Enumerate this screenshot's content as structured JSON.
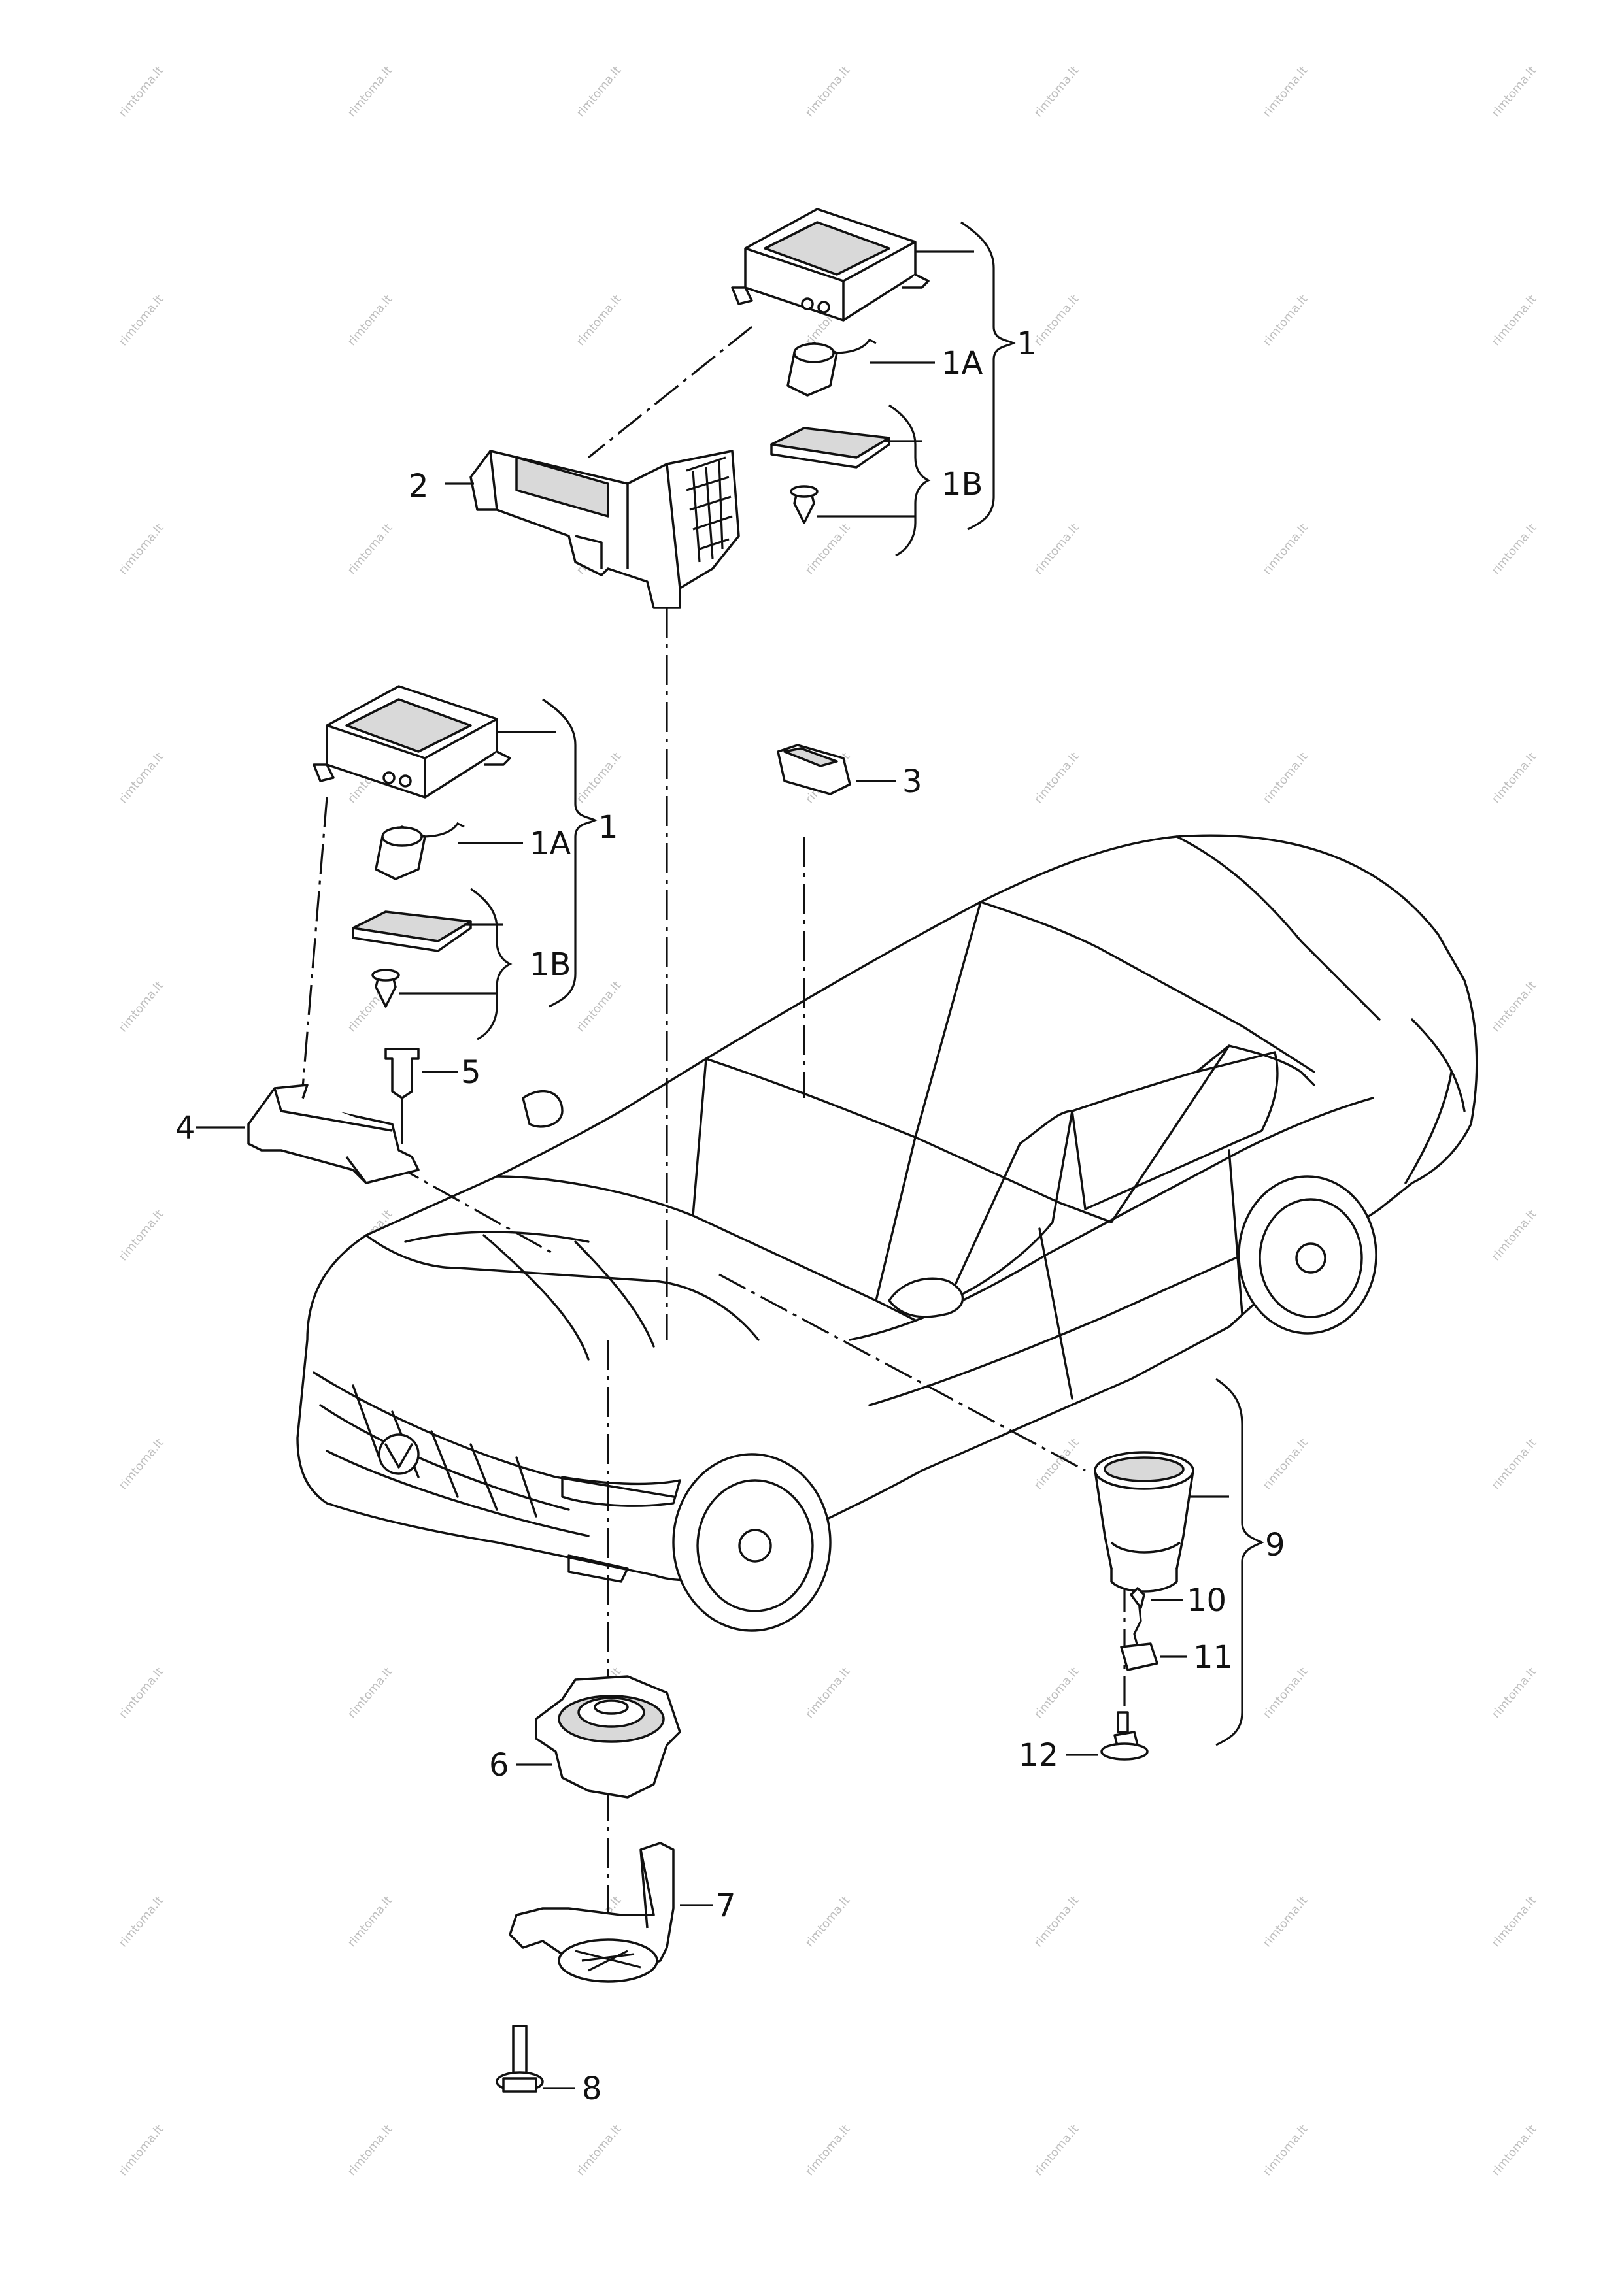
{
  "callouts": [
    {
      "id": "2",
      "label": "2"
    },
    {
      "id": "1A_top",
      "label": "1A"
    },
    {
      "id": "1_top",
      "label": "1"
    },
    {
      "id": "1B_top",
      "label": "1B"
    },
    {
      "id": "3",
      "label": "3"
    },
    {
      "id": "1A_mid",
      "label": "1A"
    },
    {
      "id": "1_mid",
      "label": "1"
    },
    {
      "id": "1B_mid",
      "label": "1B"
    },
    {
      "id": "5",
      "label": "5"
    },
    {
      "id": "4",
      "label": "4"
    },
    {
      "id": "9",
      "label": "9"
    },
    {
      "id": "10",
      "label": "10"
    },
    {
      "id": "11",
      "label": "11"
    },
    {
      "id": "12",
      "label": "12"
    },
    {
      "id": "6",
      "label": "6"
    },
    {
      "id": "7",
      "label": "7"
    },
    {
      "id": "8",
      "label": "8"
    }
  ],
  "watermark": "rimtoma.lt"
}
